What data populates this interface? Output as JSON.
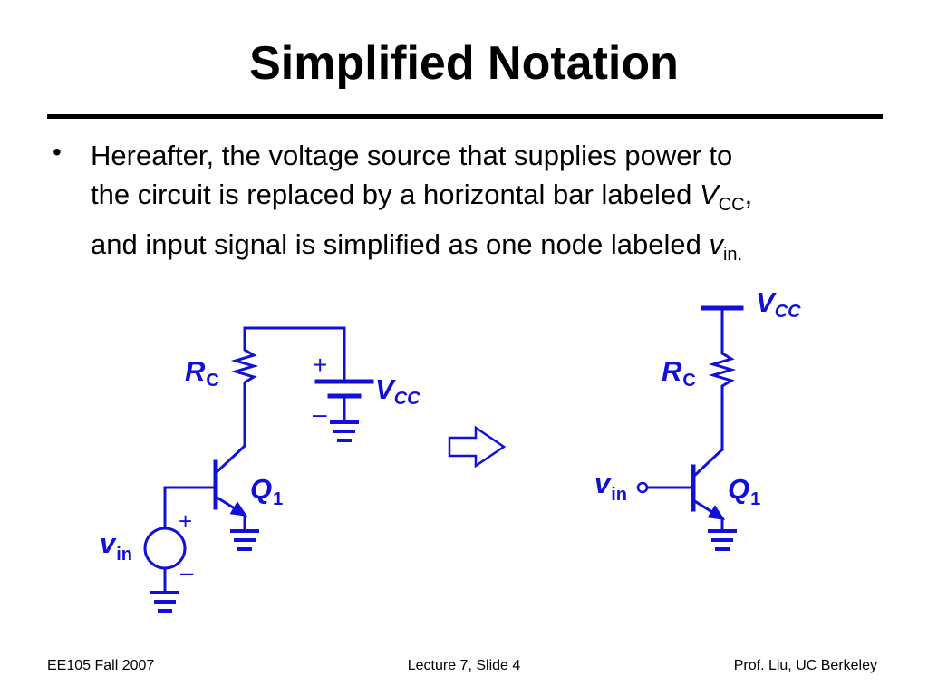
{
  "slide": {
    "title": "Simplified Notation",
    "bullet": {
      "symbol": "•",
      "line1": "Hereafter, the voltage source that supplies power to",
      "line2_pre": "the circuit is replaced by a horizontal bar labeled ",
      "vcc_main": "V",
      "vcc_sub": "CC",
      "line2_post": ",",
      "line3_pre": "and input signal is simplified as one node labeled ",
      "vin_main": "v",
      "vin_sub": "in."
    }
  },
  "left_circuit": {
    "resistor_label": {
      "main": "R",
      "sub": "C"
    },
    "transistor_label": {
      "main": "Q",
      "sub": "1"
    },
    "supply_label": {
      "main": "V",
      "sub": "CC"
    },
    "supply_plus": "+",
    "supply_minus": "–",
    "source_label": {
      "main": "v",
      "sub": "in"
    },
    "source_plus": "+",
    "source_minus": "–"
  },
  "right_circuit": {
    "resistor_label": {
      "main": "R",
      "sub": "C"
    },
    "transistor_label": {
      "main": "Q",
      "sub": "1"
    },
    "supply_label": {
      "main": "V",
      "sub": "CC"
    },
    "input_label": {
      "main": "v",
      "sub": "in"
    }
  },
  "colors": {
    "circuit": "#1010d8",
    "text": "#000000"
  },
  "footer": {
    "left": "EE105 Fall 2007",
    "center": "Lecture 7, Slide 4",
    "right": "Prof. Liu, UC Berkeley"
  }
}
